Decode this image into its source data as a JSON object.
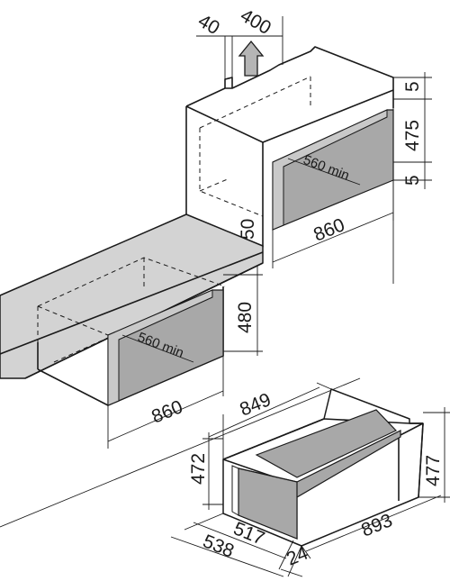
{
  "colors": {
    "line": "#1a1a1a",
    "cavity_fill": "#a8a8a8",
    "counter_fill": "#d3d3d3",
    "background": "#ffffff"
  },
  "tall_unit": {
    "vent_width": "40",
    "vent_depth": "400",
    "top_gap": "5",
    "opening_height": "475",
    "bottom_gap": "5",
    "depth_min": "560 min",
    "opening_width": "860",
    "counter_gap": "50"
  },
  "base_unit": {
    "opening_height": "480",
    "depth_min": "560 min",
    "opening_width": "860"
  },
  "appliance": {
    "overall_width": "849",
    "body_height": "472",
    "front_height": "477",
    "front_width": "893",
    "body_depth": "517",
    "overall_depth": "538",
    "front_thickness": "24"
  }
}
